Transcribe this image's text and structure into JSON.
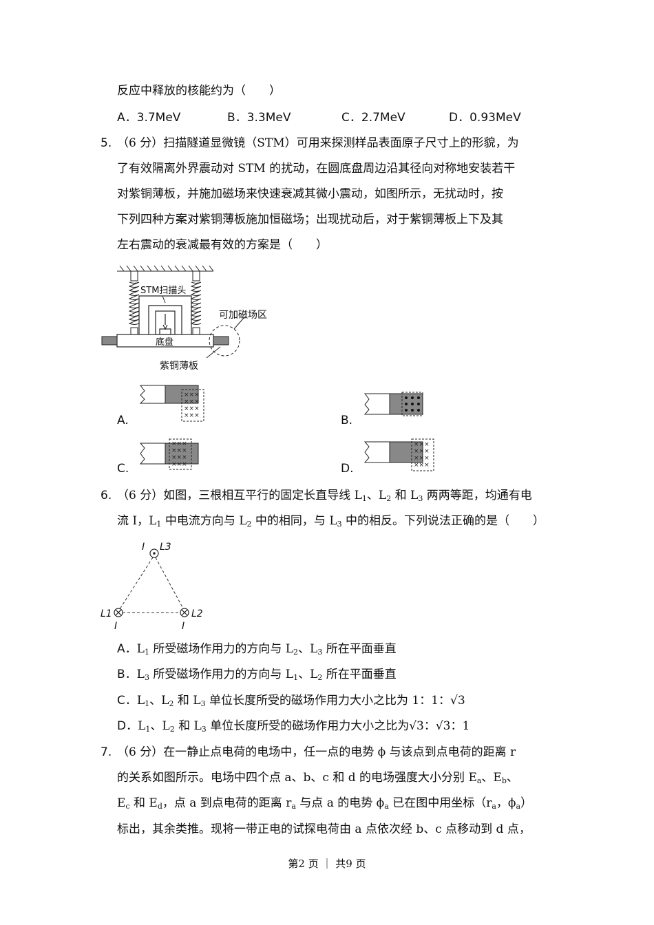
{
  "q4": {
    "tail": "反应中释放的核能约为（　　）",
    "options": [
      {
        "label": "A．",
        "text": "3.7MeV"
      },
      {
        "label": "B．",
        "text": "3.3MeV"
      },
      {
        "label": "C．",
        "text": "2.7MeV"
      },
      {
        "label": "D．",
        "text": "0.93MeV"
      }
    ]
  },
  "q5": {
    "number": "5.",
    "lines": [
      "（6 分）扫描隧道显微镜（STM）可用来探测样品表面原子尺寸上的形貌，为",
      "了有效隔离外界震动对 STM 的扰动，在圆底盘周边沿其径向对称地安装若干",
      "对紫铜薄板，并施加磁场来快速衰减其微小震动，如图所示，无扰动时，按",
      "下列四种方案对紫铜薄板施加恒磁场；出现扰动后，对于紫铜薄板上下及其",
      "左右震动的衰减最有效的方案是（　　）"
    ],
    "figure": {
      "stm_label": "STM扫描头",
      "field_label": "可加磁场区",
      "base_label": "底盘",
      "plate_label": "紫铜薄板"
    },
    "option_labels": [
      "A.",
      "B.",
      "C.",
      "D."
    ]
  },
  "q6": {
    "number": "6.",
    "line1_parts": [
      "（6 分）如图，三根相互平行的固定长直导线 L",
      "1",
      "、L",
      "2",
      " 和 L",
      "3",
      " 两两等距，均通有电"
    ],
    "line2_parts": [
      "流 I，L",
      "1",
      " 中电流方向与 L",
      "2",
      " 中的相同，与 L",
      "3",
      " 中的相反。下列说法正确的是（　　）"
    ],
    "figure": {
      "l3": "L3",
      "l1": "L1",
      "l2": "L2",
      "current": "I"
    },
    "options": [
      {
        "label": "A．",
        "parts": [
          "L",
          "1",
          " 所受磁场作用力的方向与 L",
          "2",
          "、L",
          "3",
          " 所在平面垂直"
        ]
      },
      {
        "label": "B．",
        "parts": [
          "L",
          "3",
          " 所受磁场作用力的方向与 L",
          "1",
          "、L",
          "2",
          " 所在平面垂直"
        ]
      },
      {
        "label": "C．",
        "parts": [
          "L",
          "1",
          "、L",
          "2",
          " 和 L",
          "3",
          " 单位长度所受的磁场作用力大小之比为 1：1："
        ],
        "tail": "√3"
      },
      {
        "label": "D．",
        "parts": [
          "L",
          "1",
          "、L",
          "2",
          " 和 L",
          "3",
          " 单位长度所受的磁场作用力大小之比为"
        ],
        "tail": "√3：√3：1"
      }
    ]
  },
  "q7": {
    "number": "7.",
    "line1": "（6 分）在一静止点电荷的电场中，任一点的电势 ϕ 与该点到点电荷的距离 r",
    "line2_parts": [
      "的关系如图所示。电场中四个点 a、b、c 和 d 的电场强度大小分别 E",
      "a",
      "、E",
      "b",
      "、"
    ],
    "line3_parts": [
      "E",
      "c",
      " 和 E",
      "d",
      "，点 a 到点电荷的距离 r",
      "a",
      " 与点 a 的电势 ϕ",
      "a",
      " 已在图中用坐标（r",
      "a",
      "，ϕ",
      "a",
      "）"
    ],
    "line4": "标出，其余类推。现将一带正电的试探电荷由 a 点依次经 b、c 点移动到 d 点，"
  },
  "footer": "第2 页 ｜ 共9 页"
}
